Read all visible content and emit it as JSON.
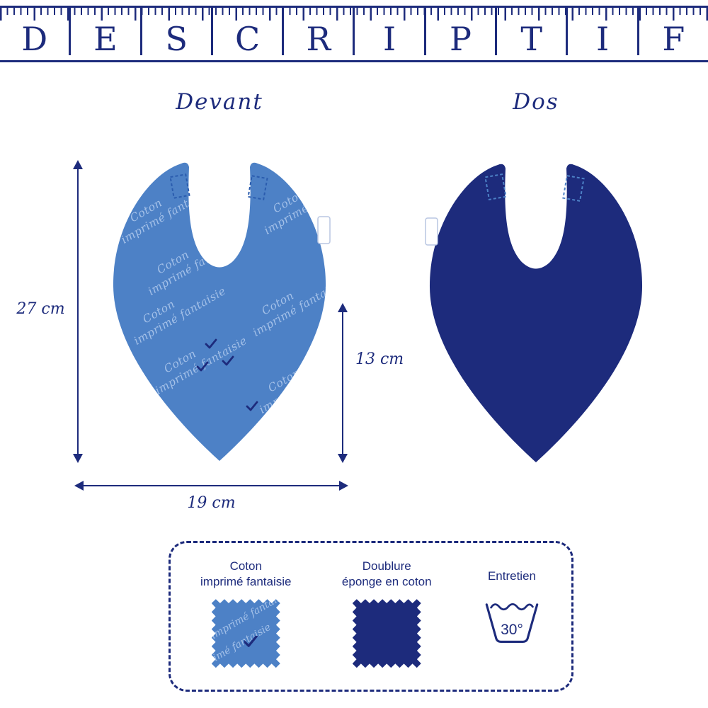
{
  "colors": {
    "navy": "#1d2b7c",
    "bib_front_blue": "#4d81c6",
    "print_text_blue": "#a3c0e8",
    "background": "#ffffff"
  },
  "header": {
    "letters": [
      "D",
      "E",
      "S",
      "C",
      "R",
      "I",
      "P",
      "T",
      "I",
      "F"
    ]
  },
  "front": {
    "label": "Devant",
    "print_line1": "Coton",
    "print_line2": "imprimé fantaisie"
  },
  "back": {
    "label": "Dos"
  },
  "dimensions": {
    "height": "27 cm",
    "inner_height": "13 cm",
    "width": "19 cm"
  },
  "legend": {
    "items": [
      {
        "line1": "Coton",
        "line2": "imprimé fantaisie"
      },
      {
        "line1": "Doublure",
        "line2": "éponge en coton"
      },
      {
        "line1": "Entretien"
      }
    ],
    "wash_temp": "30°"
  }
}
